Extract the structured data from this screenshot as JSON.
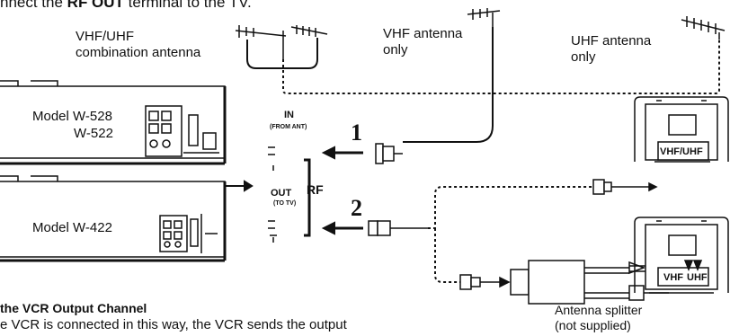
{
  "heading": {
    "pre": "nnect the ",
    "bold": "RF OUT",
    "post": " terminal to the TV."
  },
  "antennas": {
    "combo": [
      "VHF/UHF",
      "combination antenna"
    ],
    "vhf": [
      "VHF antenna",
      "only"
    ],
    "uhf": [
      "UHF antenna",
      "only"
    ]
  },
  "models": {
    "top_line1": "Model W-528",
    "top_line2": "W-522",
    "bottom": "Model W-422"
  },
  "panel": {
    "in": "IN",
    "in_sub": "(FROM ANT)",
    "out": "OUT",
    "out_sub": "(TO TV)",
    "rf": "RF"
  },
  "steps": [
    "1",
    "2"
  ],
  "tv_labels": {
    "top": "VHF/UHF",
    "bottom_vhf": "VHF",
    "bottom_uhf": "UHF"
  },
  "splitter": [
    "Antenna splitter",
    "(not supplied)"
  ],
  "section": {
    "title": "the VCR Output Channel",
    "body": "e VCR is connected in this way, the VCR sends the output"
  }
}
